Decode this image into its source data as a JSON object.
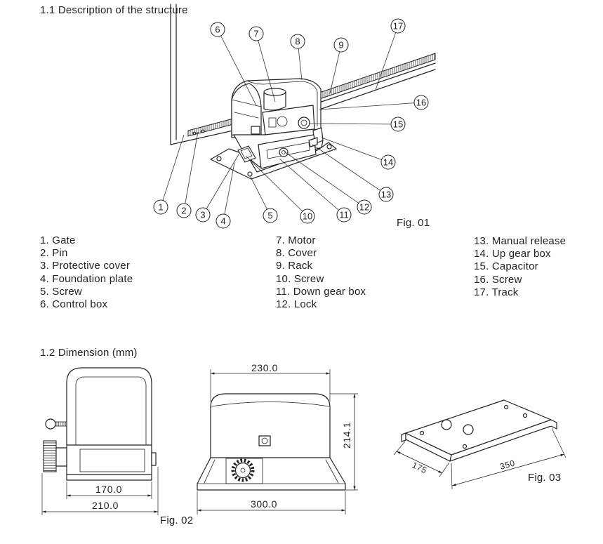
{
  "colors": {
    "ink": "#222222",
    "paper": "#ffffff"
  },
  "section1": {
    "title": "1.1 Description of the structure"
  },
  "fig01": {
    "caption": "Fig. 01",
    "callouts": [
      "1",
      "2",
      "3",
      "4",
      "5",
      "6",
      "7",
      "8",
      "9",
      "10",
      "11",
      "12",
      "13",
      "14",
      "15",
      "16",
      "17"
    ]
  },
  "parts": {
    "col1": [
      "1. Gate",
      "2. Pin",
      "3. Protective cover",
      "4. Foundation plate",
      "5. Screw",
      "6. Control box"
    ],
    "col2": [
      "7. Motor",
      "8. Cover",
      "9. Rack",
      "10. Screw",
      "11. Down gear box",
      "12. Lock"
    ],
    "col3": [
      "13. Manual release",
      "14. Up gear box",
      "15. Capacitor",
      "16. Screw",
      "17. Track"
    ]
  },
  "section2": {
    "title": "1.2 Dimension (mm)"
  },
  "fig02": {
    "caption": "Fig. 02",
    "side_inner_width": "170.0",
    "side_overall_width": "210.0",
    "front_top_width": "230.0",
    "front_height": "214.1",
    "front_base_width": "300.0"
  },
  "fig03": {
    "caption": "Fig. 03",
    "plate_width": "175",
    "plate_length": "350"
  }
}
